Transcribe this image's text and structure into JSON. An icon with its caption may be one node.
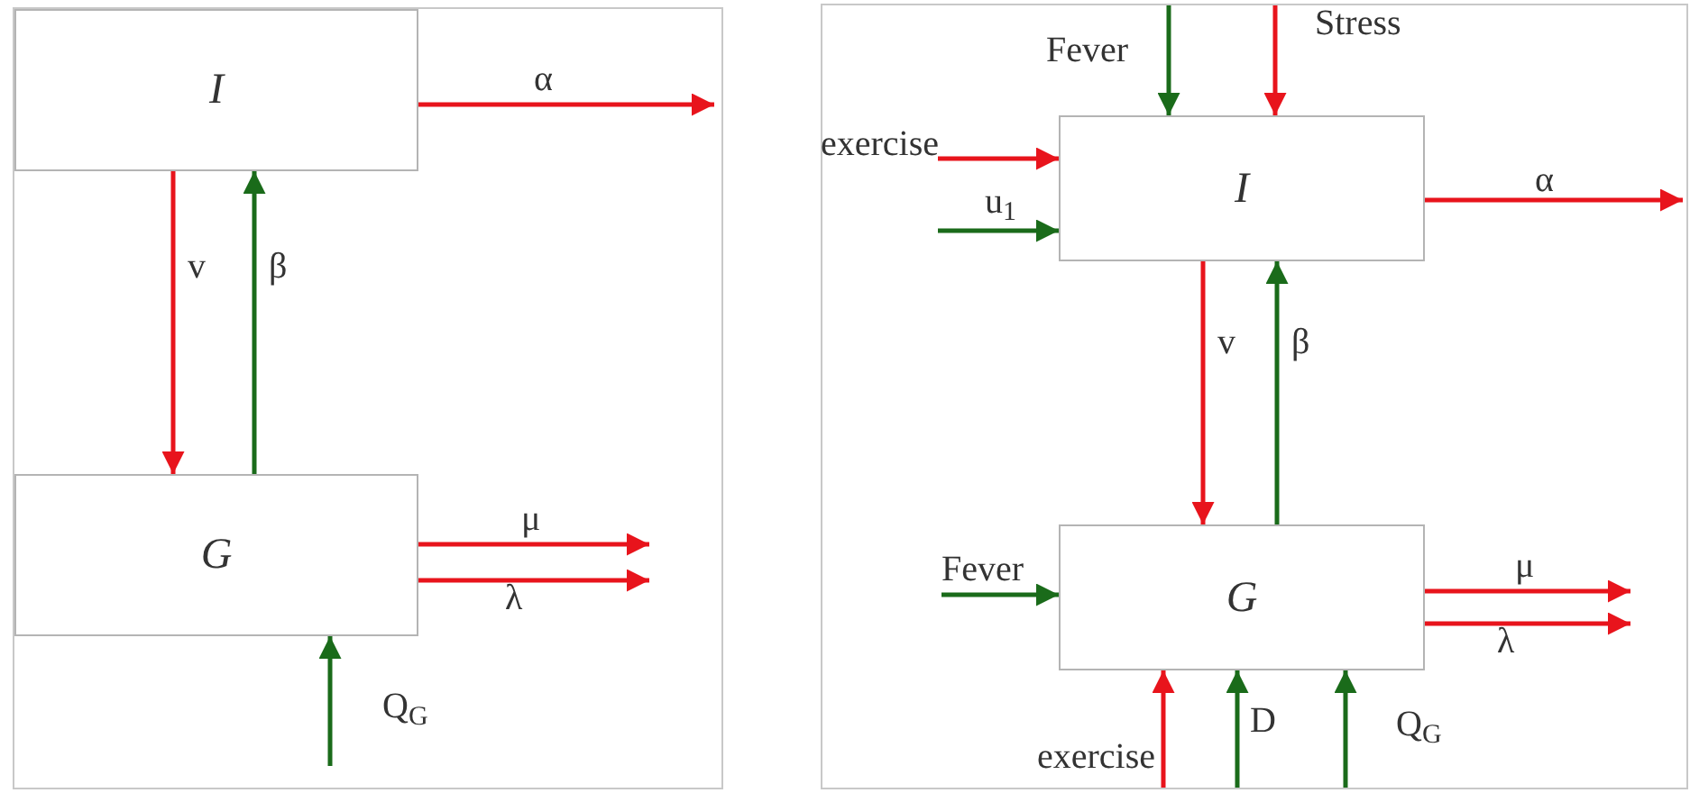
{
  "diagram": {
    "nodes": [
      {
        "text": [],
        "shape": "box"
      },
      {
        "text": [
          "I"
        ],
        "in": 0
      },
      {
        "text": [
          "G"
        ],
        "in": 0
      },
      {
        "text": [],
        "shape": "box"
      },
      {
        "text": [
          "I"
        ],
        "in": 3
      },
      {
        "text": [
          "G"
        ],
        "in": 3
      }
    ],
    "edges": [
      {
        "from": 1,
        "to": null,
        "arrow": "to",
        "label": "α"
      },
      {
        "from": 1,
        "to": 2,
        "arrow": "to",
        "label": "v"
      },
      {
        "from": 2,
        "to": 1,
        "arrow": "to",
        "label": "β",
        "color": "#1a6b1a"
      },
      {
        "from": 2,
        "to": null,
        "arrow": "to",
        "label": "μ"
      },
      {
        "from": 2,
        "to": null,
        "arrow": "to",
        "label": "λ"
      },
      {
        "from": null,
        "to": 2,
        "arrow": "to",
        "label": "Q$_{G}$",
        "color": "#1a6b1a"
      },
      {
        "from": null,
        "to": 4,
        "arrow": "to",
        "label": "Fever",
        "color": "#1a6b1a"
      },
      {
        "from": null,
        "to": 4,
        "arrow": "to",
        "label": "Stress"
      },
      {
        "from": null,
        "to": 4,
        "arrow": "to",
        "label": "exercise"
      },
      {
        "from": null,
        "to": 4,
        "arrow": "to",
        "label": "u$_{1}$",
        "color": "#1a6b1a"
      },
      {
        "from": 4,
        "to": null,
        "arrow": "to",
        "label": "α"
      },
      {
        "from": 4,
        "to": 5,
        "arrow": "to",
        "label": "v"
      },
      {
        "from": 5,
        "to": 4,
        "arrow": "to",
        "label": "β",
        "color": "#1a6b1a"
      },
      {
        "from": null,
        "to": 5,
        "arrow": "to",
        "label": "Fever",
        "color": "#1a6b1a"
      },
      {
        "from": 5,
        "to": null,
        "arrow": "to",
        "label": "μ"
      },
      {
        "from": 5,
        "to": null,
        "arrow": "to",
        "label": "λ"
      },
      {
        "from": null,
        "to": 5,
        "arrow": "to",
        "label": "exercise"
      },
      {
        "from": null,
        "to": 5,
        "arrow": "to",
        "label": "D",
        "color": "#1a6b1a"
      },
      {
        "from": null,
        "to": 5,
        "arrow": "to",
        "label": "Q$_{G}$",
        "color": "#1a6b1a"
      }
    ]
  }
}
